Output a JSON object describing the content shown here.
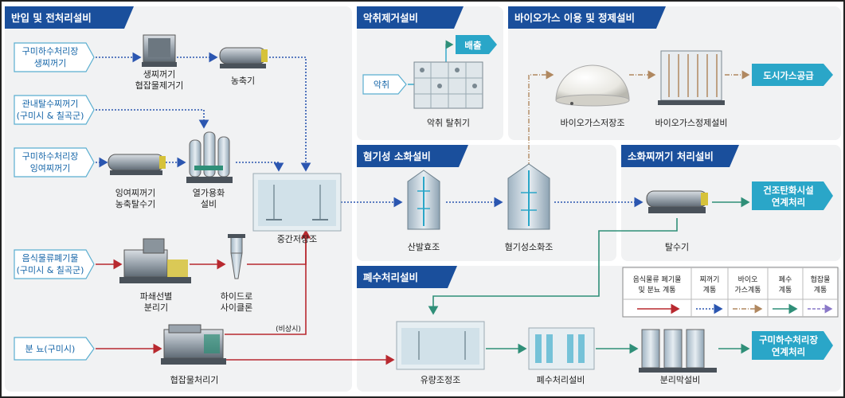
{
  "sections": {
    "intake": "반입 및 전처리설비",
    "odor": "악취제거설비",
    "biogas": "바이오가스 이용 및 정제설비",
    "digest": "혐기성 소화설비",
    "sludge": "소화찌꺼기 처리설비",
    "wastewater": "폐수처리설비"
  },
  "inputs": {
    "gumi_raw_1": "구미하수처리장",
    "gumi_raw_2": "생찌꺼기",
    "gwannae_1": "관내탈수찌꺼기",
    "gwannae_2": "(구미시 & 칠곡군)",
    "gumi_excess_1": "구미하수처리장",
    "gumi_excess_2": "잉여찌꺼기",
    "food_1": "음식물류폐기물",
    "food_2": "(구미시 & 칠곡군)",
    "manure": "분 뇨(구미시)",
    "odor": "악취"
  },
  "outputs": {
    "exhaust": "배출",
    "city_gas": "도시가스공급",
    "dry_carb_1": "건조탄화시설",
    "dry_carb_2": "연계처리",
    "gumi_link_1": "구미하수처리장",
    "gumi_link_2": "연계처리"
  },
  "equipment": {
    "raw_screen_1": "생찌꺼기",
    "raw_screen_2": "협잡물제거기",
    "thickener": "농축기",
    "excess_thick_1": "잉여찌꺼기",
    "excess_thick_2": "농축탈수기",
    "thermal_1": "열가용화",
    "thermal_2": "설비",
    "storage": "중간저장조",
    "crusher_1": "파쇄선별",
    "crusher_2": "분리기",
    "cyclone_1": "하이드로",
    "cyclone_2": "사이클론",
    "screen_proc": "협잡물처리기",
    "emergency": "(비상시)",
    "odor_tower": "악취 탈취기",
    "gas_holder": "바이오가스저장조",
    "gas_refine": "바이오가스정제설비",
    "acid_tank": "산발효조",
    "anaerobic": "혐기성소화조",
    "dewater": "탈수기",
    "equalize": "유량조정조",
    "ww_treat": "폐수처리설비",
    "membrane": "분리막설비"
  },
  "legend": {
    "food_1": "음식물류 폐기물",
    "food_2": "및 분뇨 계통",
    "sludge_1": "찌꺼기",
    "sludge_2": "계통",
    "biogas_1": "바이오",
    "biogas_2": "가스계통",
    "ww_1": "폐수",
    "ww_2": "계통",
    "screen_1": "협잡물",
    "screen_2": "계통"
  },
  "colors": {
    "header": "#1a4f9c",
    "accent": "#2aa6c8",
    "food_line": "#b8292f",
    "sludge_line": "#2b56b0",
    "biogas_line": "#b08860",
    "ww_line": "#2f8f78",
    "screen_line": "#8a78c8"
  }
}
